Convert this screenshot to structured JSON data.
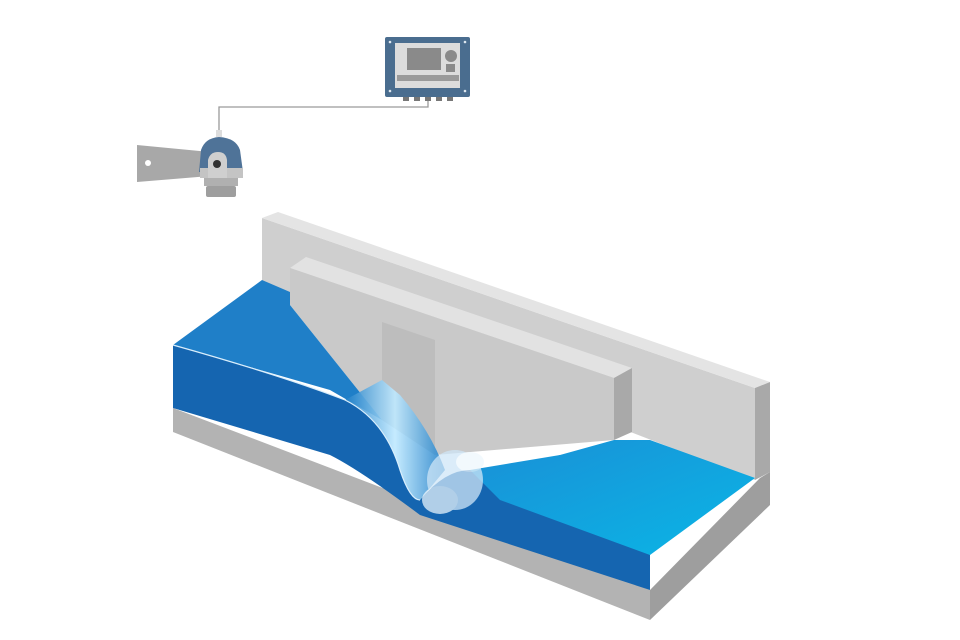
{
  "colors": {
    "controller_housing": "#4a6d8f",
    "sensor_dome": "#4f7398",
    "concrete_light": "#d6d6d6",
    "concrete_mid": "#bdbdbd",
    "concrete_dark": "#a3a3a3",
    "water_deep": "#1565b0",
    "water_surface": "#1f7fc8",
    "water_downstream": "#10aee0"
  },
  "icons": [
    "controller-unit",
    "radar-level-sensor",
    "mounting-bracket",
    "signal-cable",
    "flume-weir"
  ]
}
